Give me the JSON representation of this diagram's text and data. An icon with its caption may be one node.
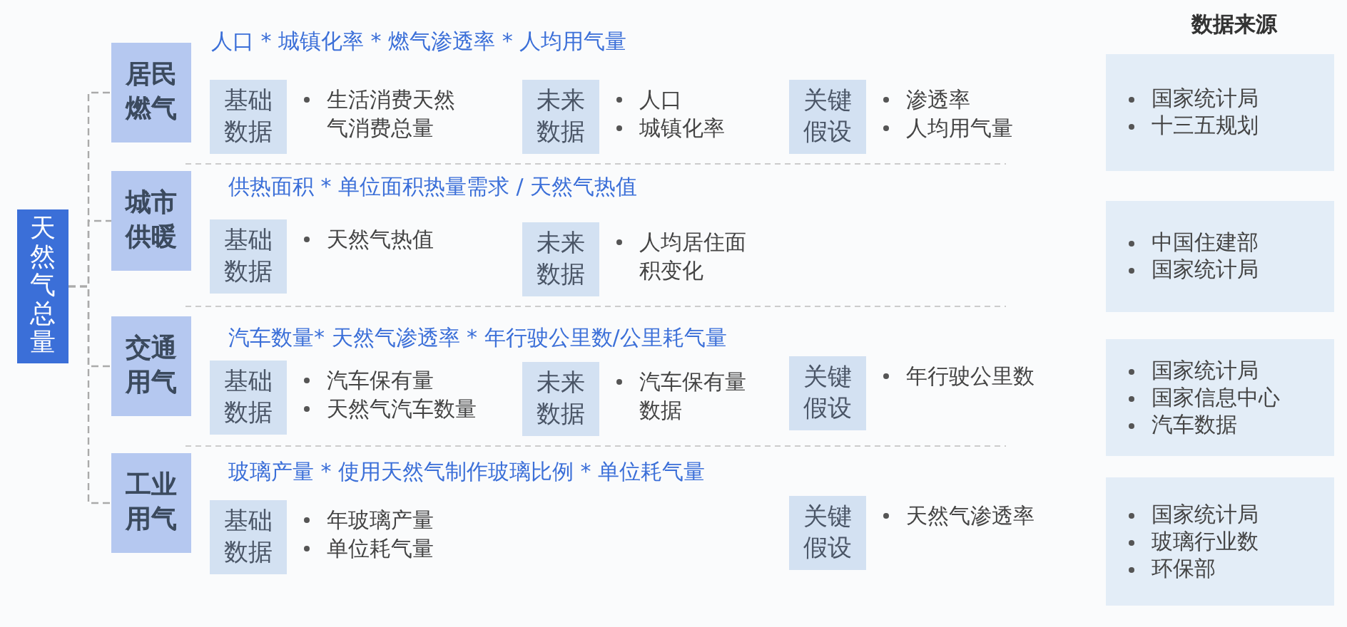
{
  "diagram": {
    "nodes": [
      {
        "text": [
          "天然气总量"
        ]
      },
      {
        "text": [
          "居民燃气"
        ]
      },
      {
        "text": [
          "基础数据"
        ],
        "beside": [
          "生活消费天然气消费总量"
        ]
      },
      {
        "text": [
          "未来数据"
        ],
        "beside": [
          "人口",
          "城镇化率"
        ]
      },
      {
        "text": [
          "关键假设"
        ],
        "beside": [
          "渗透率",
          "人均用气量"
        ]
      },
      {
        "text": [
          "国家统计局",
          "十三五规划"
        ]
      },
      {
        "text": [
          "城市供暖"
        ]
      },
      {
        "text": [
          "基础数据"
        ],
        "beside": [
          "天然气热值"
        ]
      },
      {
        "text": [
          "未来数据"
        ],
        "beside": [
          "人均居住面积变化"
        ]
      },
      {
        "text": [
          "中国住建部",
          "国家统计局"
        ]
      },
      {
        "text": [
          "交通用气"
        ]
      },
      {
        "text": [
          "基础数据"
        ],
        "beside": [
          "汽车保有量",
          "天然气汽车数量"
        ]
      },
      {
        "text": [
          "未来数据"
        ],
        "beside": [
          "汽车保有量数据"
        ]
      },
      {
        "text": [
          "关键假设"
        ],
        "beside": [
          "年行驶公里数"
        ]
      },
      {
        "text": [
          "国家统计局",
          "国家信息中心",
          "汽车数据"
        ]
      },
      {
        "text": [
          "工业用气"
        ]
      },
      {
        "text": [
          "基础数据"
        ],
        "beside": [
          "年玻璃产量",
          "单位耗气量"
        ]
      },
      {
        "text": [
          "关键假设"
        ],
        "beside": [
          "天然气渗透率"
        ]
      },
      {
        "text": [
          "国家统计局",
          "玻璃行业数",
          "环保部"
        ]
      }
    ],
    "edges": [
      {
        "from": 0,
        "to": 1,
        "arrow": "none",
        "style": "dashed"
      },
      {
        "from": 0,
        "to": 6,
        "arrow": "none",
        "style": "dashed"
      },
      {
        "from": 0,
        "to": 10,
        "arrow": "none",
        "style": "dashed"
      },
      {
        "from": 0,
        "to": 15,
        "arrow": "none",
        "style": "dashed"
      }
    ],
    "labels": [
      "数据来源",
      "人口 * 城镇化率 * 燃气渗透率 * 人均用气量",
      "供热面积 * 单位面积热量需求 / 天然气热值",
      "汽车数量* 天然气渗透率 * 年行驶公里数/公里耗气量",
      "玻璃产量 * 使用天然气制作玻璃比例 * 单位耗气量"
    ]
  }
}
